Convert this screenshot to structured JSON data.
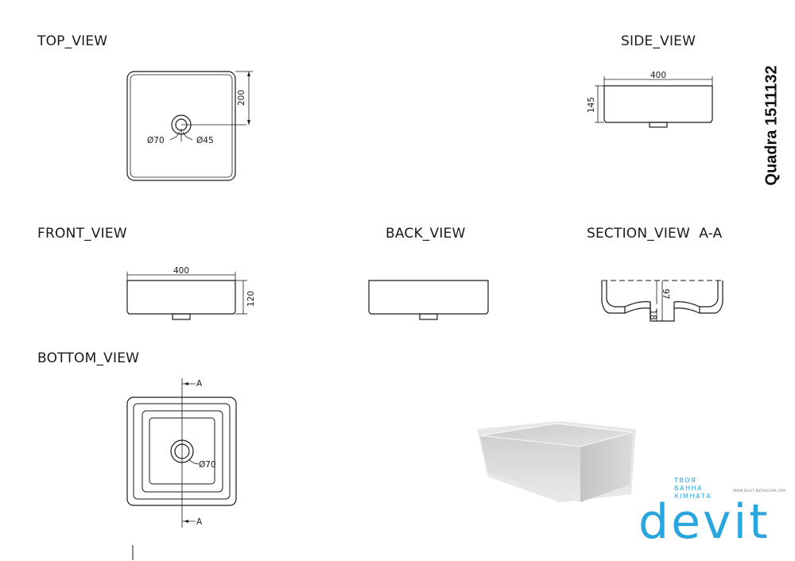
{
  "views": {
    "top": "TOP_VIEW",
    "side": "SIDE_VIEW",
    "front": "FRONT_VIEW",
    "back": "BACK_VIEW",
    "section": "SECTION_VIEW  A-A",
    "bottom": "BOTTOM_VIEW"
  },
  "dimensions": {
    "top_depth": "200",
    "top_outer_diameter": "Ø70",
    "top_inner_diameter": "Ø45",
    "side_width": "400",
    "side_height": "145",
    "front_width": "400",
    "front_height": "120",
    "section_height": "97",
    "section_bottom": "18",
    "bottom_diameter": "Ø70",
    "section_marker_top": "A",
    "section_marker_bottom": "A"
  },
  "model": "Quadra 1511132",
  "brand": {
    "name": "devit",
    "tagline": [
      "ТВОЯ",
      "ВАННА",
      "КІМНАТА"
    ],
    "website": "WWW.DEVIT-BATHROOM.COM",
    "color": "#29a6de"
  },
  "colors": {
    "line": "#1a1a1a",
    "ceramic": "#d2d4d4"
  }
}
